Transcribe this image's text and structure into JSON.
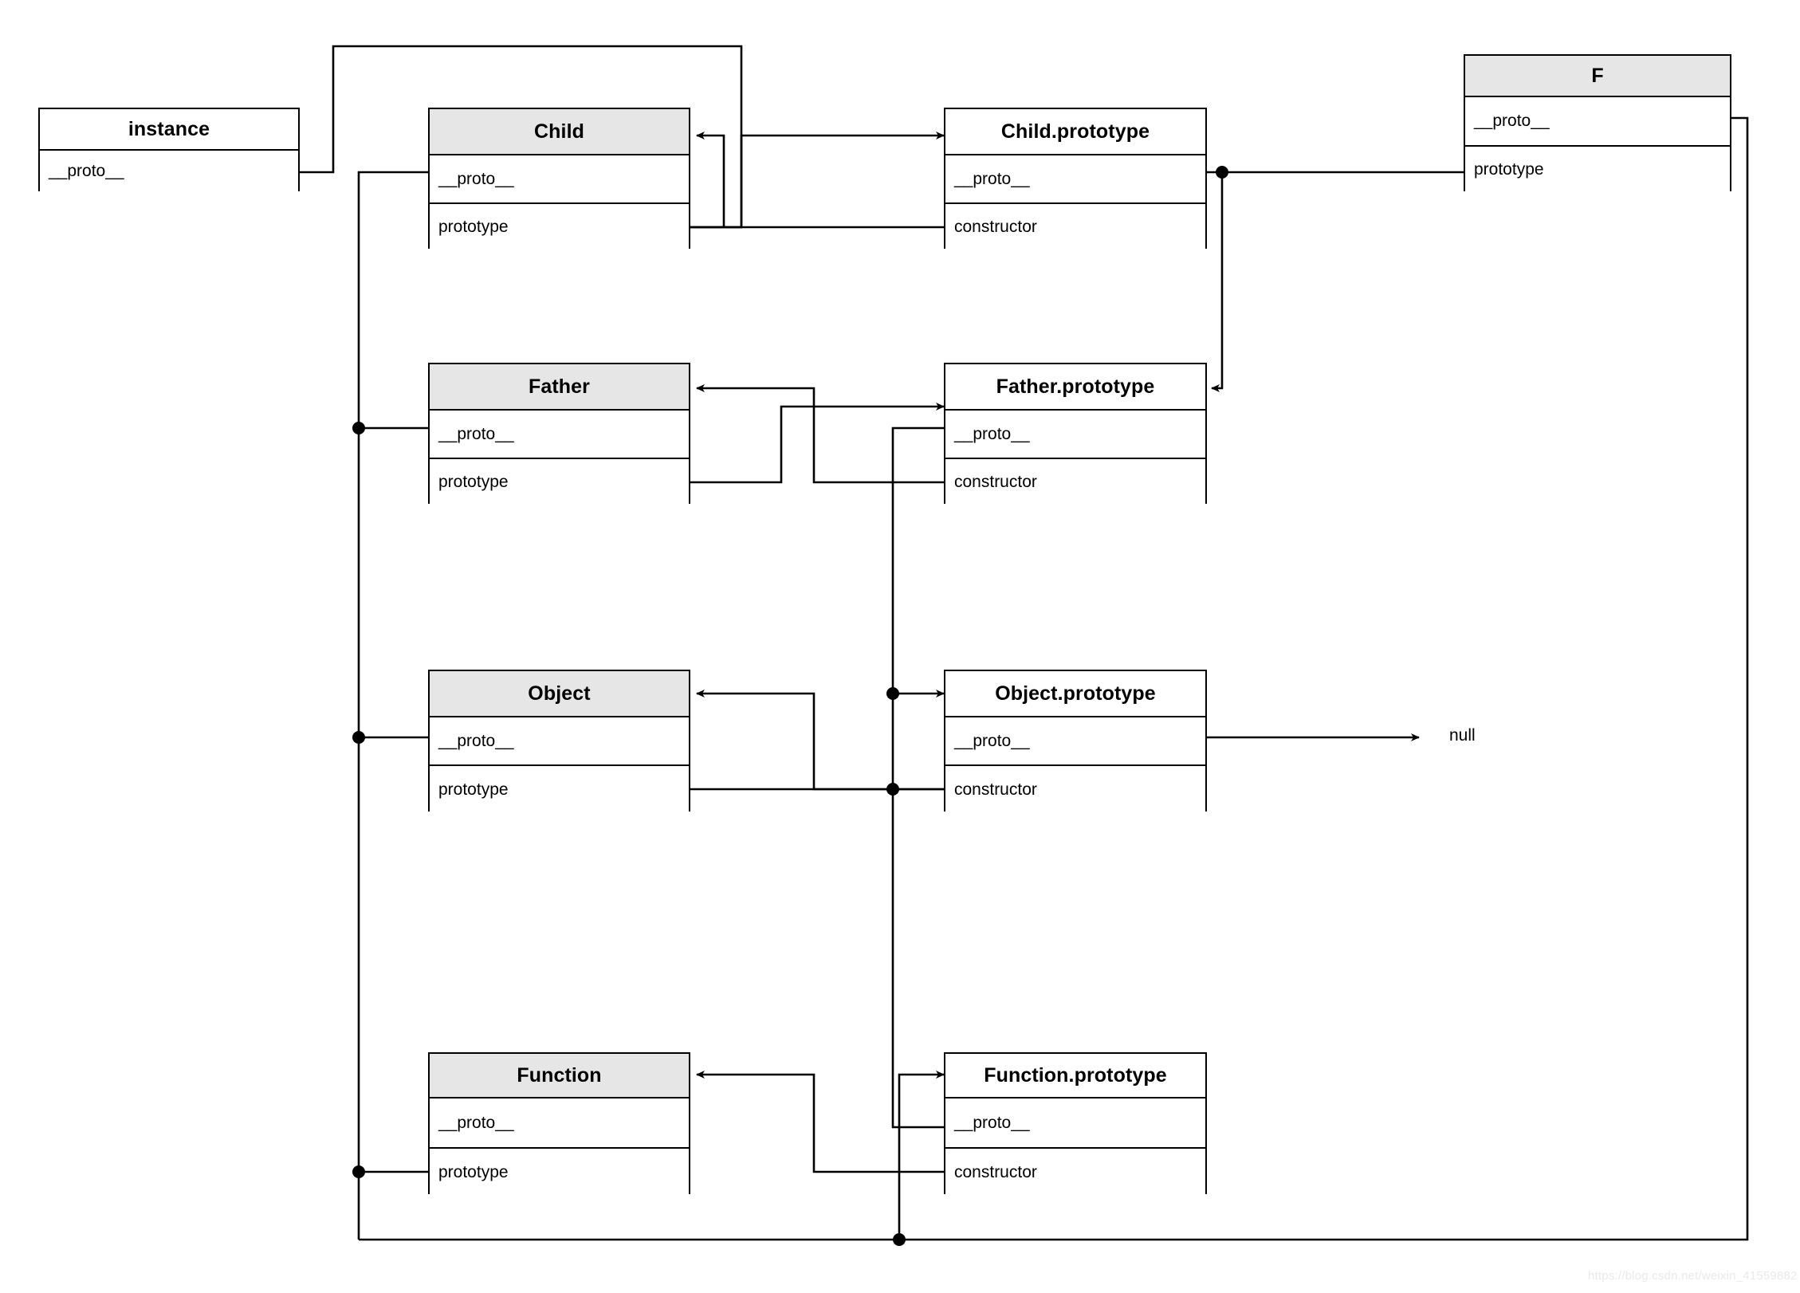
{
  "diagram": {
    "title": "JavaScript prototype chain diagram",
    "background": "#ffffff",
    "stroke": "#000000",
    "header_fill": "#e6e6e6",
    "watermark": "https://blog.csdn.net/weixin_41559882",
    "null_label": "null"
  },
  "nodes": {
    "instance": {
      "title": "instance",
      "header_shaded": false,
      "rows": [
        "__proto__"
      ]
    },
    "child": {
      "title": "Child",
      "header_shaded": true,
      "rows": [
        "__proto__",
        "prototype"
      ]
    },
    "child_prototype": {
      "title": "Child.prototype",
      "header_shaded": false,
      "rows": [
        "__proto__",
        "constructor"
      ]
    },
    "f": {
      "title": "F",
      "header_shaded": true,
      "rows": [
        "__proto__",
        "prototype"
      ]
    },
    "father": {
      "title": "Father",
      "header_shaded": true,
      "rows": [
        "__proto__",
        "prototype"
      ]
    },
    "father_prototype": {
      "title": "Father.prototype",
      "header_shaded": false,
      "rows": [
        "__proto__",
        "constructor"
      ]
    },
    "object": {
      "title": "Object",
      "header_shaded": true,
      "rows": [
        "__proto__",
        "prototype"
      ]
    },
    "object_prototype": {
      "title": "Object.prototype",
      "header_shaded": false,
      "rows": [
        "__proto__",
        "constructor"
      ]
    },
    "function": {
      "title": "Function",
      "header_shaded": true,
      "rows": [
        "__proto__",
        "prototype"
      ]
    },
    "function_prototype": {
      "title": "Function.prototype",
      "header_shaded": false,
      "rows": [
        "__proto__",
        "constructor"
      ]
    }
  },
  "relations": [
    {
      "from": "instance.__proto__",
      "to": "child.prototype",
      "arrow": false
    },
    {
      "from": "child.__proto__",
      "to": "function.prototype",
      "arrow": false
    },
    {
      "from": "child.prototype",
      "to": "child_prototype.title",
      "arrow": true
    },
    {
      "from": "child_prototype.constructor",
      "to": "child.title",
      "arrow": true
    },
    {
      "from": "child_prototype.__proto__",
      "to": "f.prototype",
      "arrow": false
    },
    {
      "from": "child_prototype.__proto__",
      "to": "father_prototype.title",
      "arrow": true
    },
    {
      "from": "f.__proto__",
      "to": "function.prototype",
      "arrow": false
    },
    {
      "from": "father.__proto__",
      "to": "function.prototype",
      "arrow": false
    },
    {
      "from": "father.prototype",
      "to": "father_prototype.title",
      "arrow": true
    },
    {
      "from": "father_prototype.constructor",
      "to": "father.title",
      "arrow": true
    },
    {
      "from": "father_prototype.__proto__",
      "to": "object_prototype.title",
      "arrow": true
    },
    {
      "from": "object.__proto__",
      "to": "function.prototype",
      "arrow": false
    },
    {
      "from": "object.prototype",
      "to": "object_prototype.title",
      "arrow": true
    },
    {
      "from": "object_prototype.constructor",
      "to": "object.title",
      "arrow": true
    },
    {
      "from": "object_prototype.__proto__",
      "to": "null",
      "arrow": true
    },
    {
      "from": "function.prototype",
      "to": "function_prototype.title",
      "arrow": true
    },
    {
      "from": "function_prototype.constructor",
      "to": "function.title",
      "arrow": true
    },
    {
      "from": "function_prototype.__proto__",
      "to": "object_prototype.title",
      "arrow": false
    }
  ]
}
